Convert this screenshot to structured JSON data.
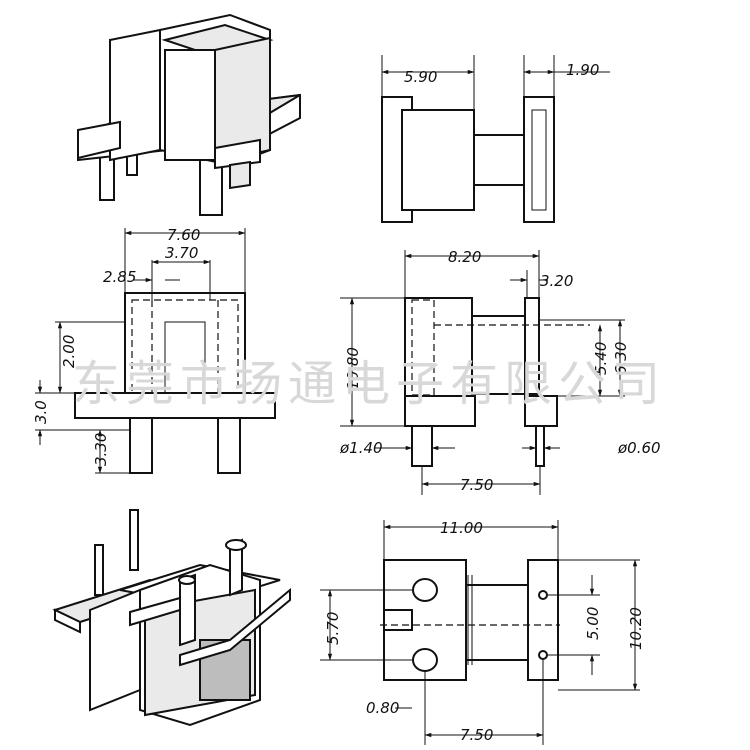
{
  "watermark": "东莞市扬通电子有限公司",
  "views": {
    "top_right": {
      "dims": {
        "width": "5.90",
        "flange": "1.90"
      }
    },
    "front": {
      "dims": {
        "overall": "7.60",
        "inner": "3.70",
        "offset": "2.85",
        "height": "2.00",
        "base": "3.0",
        "pin": "3.30"
      }
    },
    "side": {
      "dims": {
        "depth": "8.20",
        "flange": "3.20",
        "height": "10.80",
        "inner_h": "5.40",
        "outer_h": "6.30",
        "pin_big": "ø1.40",
        "pin_small": "ø0.60",
        "pitch": "7.50"
      }
    },
    "bottom": {
      "dims": {
        "length": "11.00",
        "hole_span": "5.70",
        "pin_span": "5.00",
        "height": "10.20",
        "gap": "0.80",
        "pitch": "7.50"
      }
    }
  }
}
